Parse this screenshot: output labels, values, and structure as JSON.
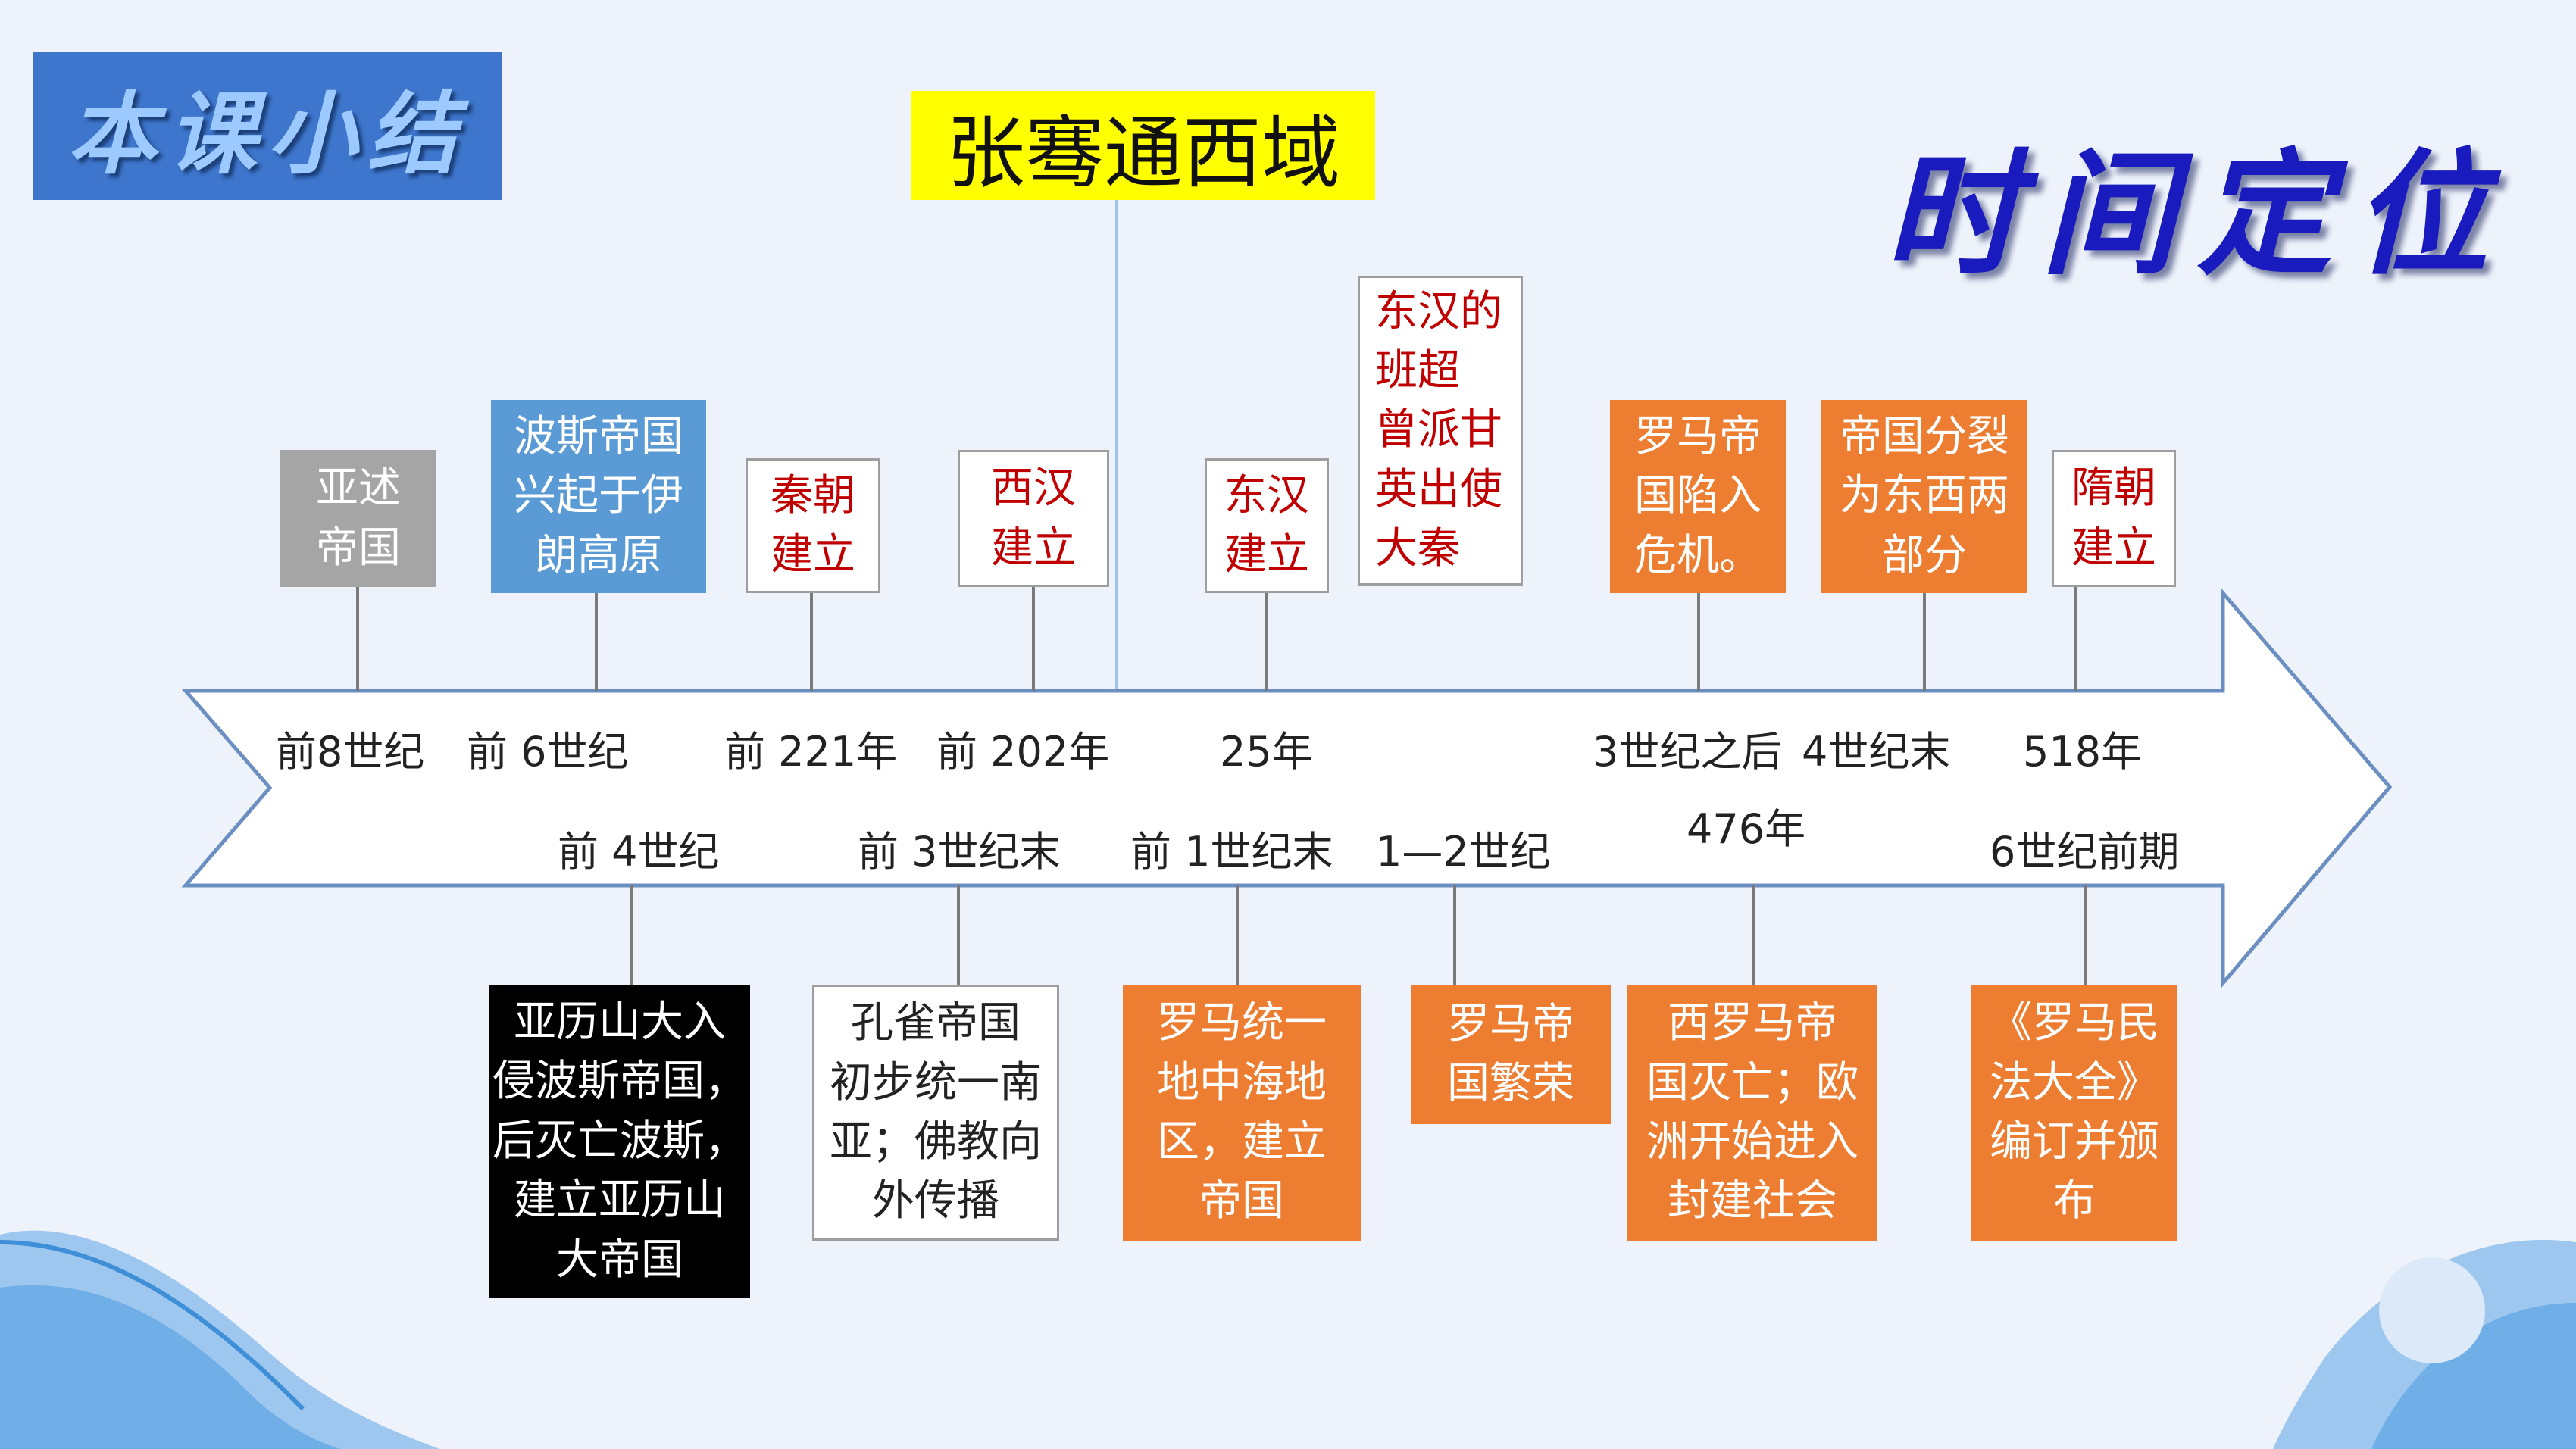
{
  "header": {
    "label": "本课小结",
    "title": "时间定位"
  },
  "highlight_event": "张骞通西域",
  "timeline": {
    "upper_labels": [
      "前8世纪",
      "前 6世纪",
      "前 221年",
      "前 202年",
      "25年",
      "3世纪之后",
      "4世纪末",
      "518年"
    ],
    "lower_labels": [
      "前 4世纪",
      "前 3世纪末",
      "前 1世纪末",
      "1—2世纪",
      "476年",
      "6世纪前期"
    ],
    "upper_events": [
      "亚述\n帝国",
      "波斯帝国\n兴起于伊\n朗高原",
      "秦朝\n建立",
      "西汉\n建立",
      "东汉\n建立",
      "东汉的\n班超\n曾派甘\n英出使\n大秦",
      "罗马帝\n国陷入\n危机。",
      "帝国分裂\n为东西两\n部分",
      "隋朝\n建立"
    ],
    "lower_events": [
      "亚历山大入\n侵波斯帝国，\n后灭亡波斯，\n建立亚历山\n大帝国",
      "孔雀帝国\n初步统一南\n亚；佛教向\n外传播",
      "罗马统一\n地中海地\n区，建立\n帝国",
      "罗马帝\n国繁荣",
      "西罗马帝\n国灭亡；欧\n洲开始进入\n封建社会",
      "《罗马民\n法大全》\n编订并颁\n布"
    ]
  },
  "colors": {
    "gray": "#a5a5a5",
    "blue": "#5b9bd5",
    "orange": "#ed7d31",
    "black": "#000000",
    "highlight": "#ffff00",
    "title": "#1a1bbf"
  },
  "icons": {
    "timeline-arrow": "arrow-right-icon"
  }
}
